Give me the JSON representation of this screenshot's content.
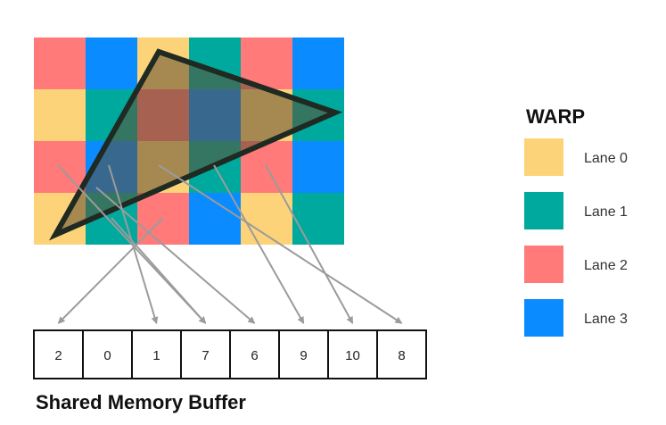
{
  "legend": {
    "title": "WARP",
    "lanes": [
      {
        "label": "Lane 0",
        "color": "#FDD37A"
      },
      {
        "label": "Lane 1",
        "color": "#00A99D"
      },
      {
        "label": "Lane 2",
        "color": "#FF7A78"
      },
      {
        "label": "Lane 3",
        "color": "#0A8BFF"
      }
    ]
  },
  "grid": {
    "rows": [
      [
        2,
        3,
        0,
        1,
        2,
        3
      ],
      [
        0,
        1,
        2,
        3,
        0,
        1
      ],
      [
        2,
        3,
        0,
        1,
        2,
        3
      ],
      [
        0,
        1,
        2,
        3,
        0,
        1
      ]
    ]
  },
  "triangle": {
    "fill": "#5F4D2F",
    "stroke": "#1E2A22"
  },
  "buffer": {
    "title": "Shared Memory Buffer",
    "values": [
      "2",
      "0",
      "1",
      "7",
      "6",
      "9",
      "10",
      "8"
    ]
  },
  "arrow_color": "#9B9B9B"
}
